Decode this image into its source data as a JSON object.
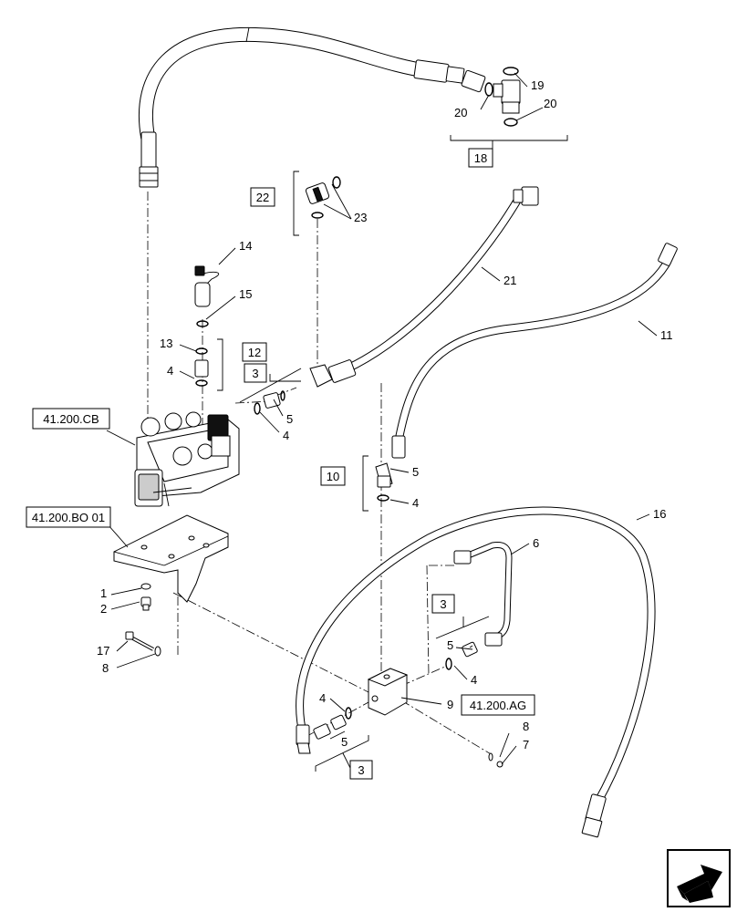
{
  "callouts": {
    "c1": "1",
    "c2": "2",
    "c4a": "4",
    "c4b": "4",
    "c4c": "4",
    "c4d": "4",
    "c4e": "4",
    "c5a": "5",
    "c5b": "5",
    "c5c": "5",
    "c5d": "5",
    "c6": "6",
    "c7": "7",
    "c8a": "8",
    "c8b": "8",
    "c9": "9",
    "c11": "11",
    "c13": "13",
    "c14": "14",
    "c15": "15",
    "c16": "16",
    "c17": "17",
    "c19": "19",
    "c20a": "20",
    "c20b": "20",
    "c21": "21",
    "c23": "23"
  },
  "boxed_items": {
    "b3a": "3",
    "b3b": "3",
    "b3c": "3",
    "b10": "10",
    "b12": "12",
    "b18": "18",
    "b22": "22"
  },
  "references": {
    "ref_cb": "41.200.CB",
    "ref_bo": "41.200.BO 01",
    "ref_ag": "41.200.AG"
  },
  "icons": [
    "next-page-arrow-icon"
  ]
}
